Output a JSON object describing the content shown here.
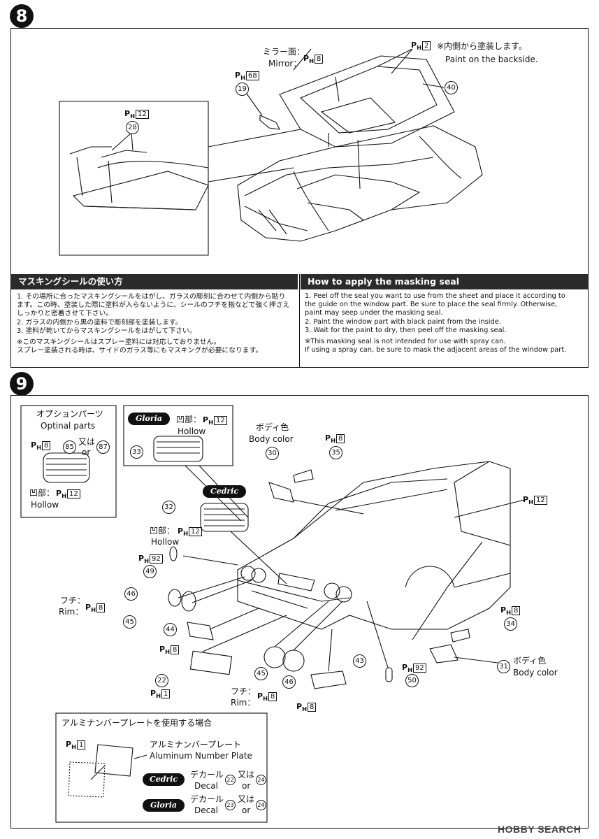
{
  "step8": {
    "number": "8",
    "mirror_jp": "ミラー面：",
    "mirror_en": "Mirror：",
    "ph_mirror": "8",
    "ph_19": "68",
    "part_19": "19",
    "ph_2": "2",
    "backside_jp": "※内側から塗装します。",
    "backside_en": "Paint on the backside.",
    "part_40": "40",
    "ph_28": "12",
    "part_28": "28"
  },
  "masking": {
    "title_jp": "マスキングシールの使い方",
    "title_en": "How to apply the masking seal",
    "jp_1a": "1. その場所に合ったマスキングシールをはがし、ガラスの彫刻に合わせて内側から貼り",
    "jp_1b": "   ます。この時、塗装した際に塗料が入らないように、シールのフチを指などで強く押さえ",
    "jp_1c": "   しっかりと密着させて下さい。",
    "jp_2": "2. ガラスの内側から黒の塗料で彫刻部を塗装します。",
    "jp_3": "3. 塗料が乾いてからマスキングシールをはがして下さい。",
    "jp_note_a": "※このマスキングシールはスプレー塗料には対応しておりません。",
    "jp_note_b": "  スプレー塗装される時は、サイドのガラス等にもマスキングが必要になります。",
    "en_1a": "1. Peel off the seal you want to use from the sheet and place it according to",
    "en_1b": "   the guide on the window part. Be sure to place the seal firmly. Otherwise,",
    "en_1c": "   paint may seep under the masking seal.",
    "en_2": "2. Paint the window part with black paint from the inside.",
    "en_3": "3. Wait for the paint to dry, then peel off the masking seal.",
    "en_note_a": "※This masking seal is not intended for use with spray can.",
    "en_note_b": "  If using a spray can, be sure to mask the adjacent areas of the window part."
  },
  "step9": {
    "number": "9",
    "option_jp": "オプションパーツ",
    "option_en": "Optinal parts",
    "ph_85": "8",
    "part_85": "85",
    "or_jp": "又は",
    "or_en": "or",
    "part_87": "87",
    "hollow_jp": "凹部：",
    "hollow_en": "Hollow",
    "ph_hollow": "12",
    "gloria_logo": "Gloria",
    "cedric_logo": "Cedric",
    "part_33": "33",
    "body_color_jp": "ボディ色",
    "body_color_en": "Body color",
    "part_30": "30",
    "ph_35": "8",
    "part_35": "35",
    "part_32": "32",
    "ph_right": "12",
    "ph_49": "92",
    "part_49": "49",
    "part_46": "46",
    "part_45": "45",
    "rim_jp": "フチ：",
    "rim_en": "Rim：",
    "ph_rim": "8",
    "part_44": "44",
    "ph_44": "8",
    "part_22": "22",
    "ph_22": "1",
    "ph_34": "8",
    "part_34": "34",
    "part_31": "31",
    "ph_50": "92",
    "part_50": "50",
    "part_43": "43",
    "ph_43": "8",
    "alu_case": "アルミナンバープレートを使用する場合",
    "alu_jp": "アルミナンバープレート",
    "alu_en": "Aluminum Number Plate",
    "ph_alu": "1",
    "decal_jp": "デカール",
    "decal_en": "Decal",
    "part_22b": "22",
    "part_24": "24",
    "part_23": "23",
    "part_24b": "24",
    "ph_letter": "P",
    "ph_sub": "H"
  },
  "watermark": "HOBBY SEARCH"
}
